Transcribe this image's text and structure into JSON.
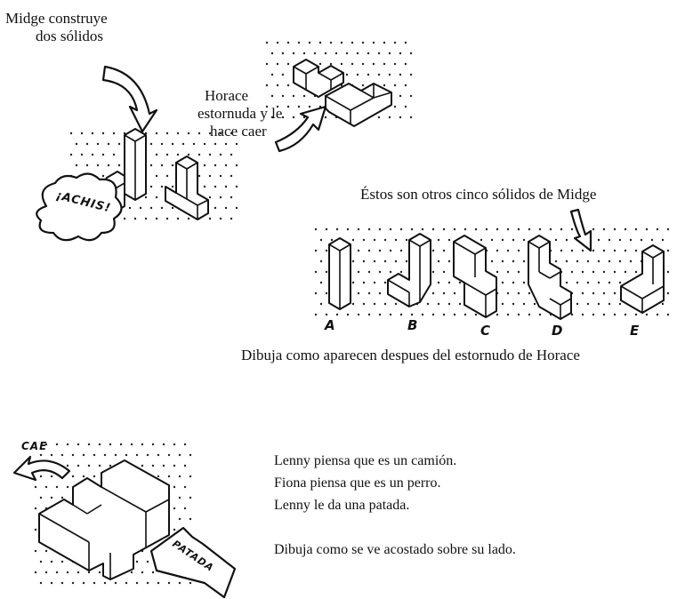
{
  "captions": {
    "midge_builds": [
      "Midge construye",
      "dos sólidos"
    ],
    "horace_sneezes": [
      "Horace",
      "estornuda y le",
      "hace caer"
    ],
    "achis": "¡ACHIS!",
    "other_solids": "Éstos son otros cinco sólidos de Midge",
    "draw_after_sneeze": "Dibuja como aparecen despues del estornudo de Horace",
    "falls": "CAE",
    "kick": "PATADA"
  },
  "solid_labels": [
    "A",
    "B",
    "C",
    "D",
    "E"
  ],
  "story": {
    "lines": [
      "Lenny piensa que es un camión.",
      "Fiona piensa que es un perro.",
      "Lenny le da una patada."
    ],
    "instruction": "Dibuja como se ve acostado sobre su lado."
  }
}
